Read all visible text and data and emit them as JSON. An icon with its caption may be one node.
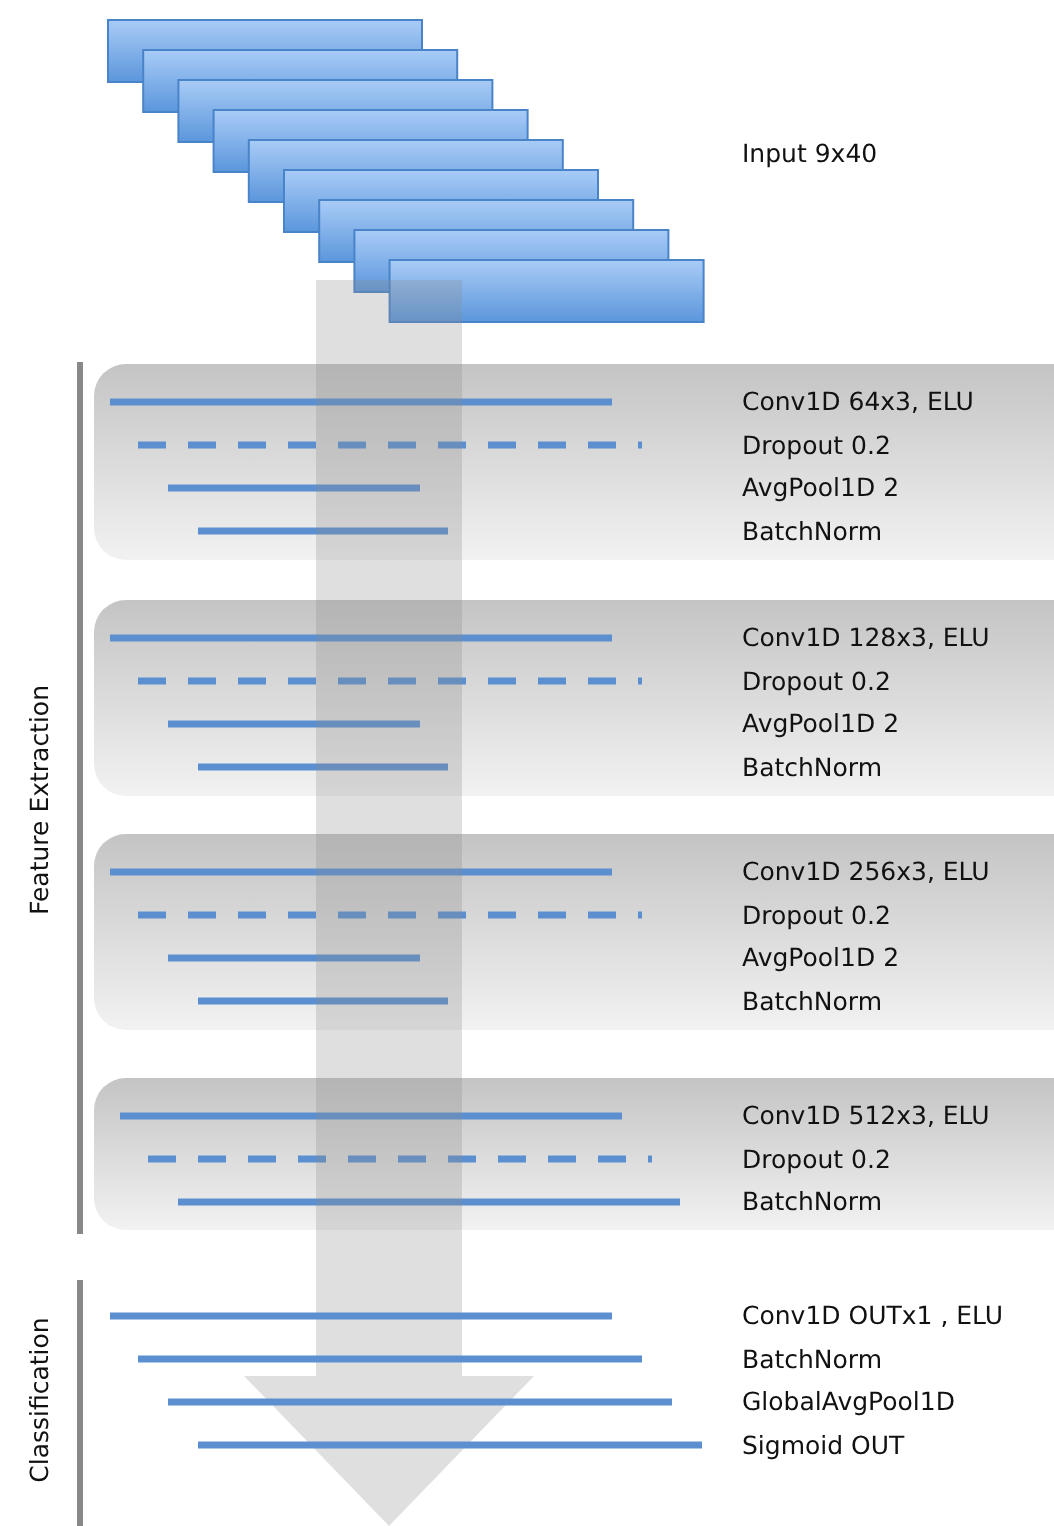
{
  "diagram": {
    "nodes": [
      {
        "text": [
          "Conv1D 64x3, ELU",
          "Dropout 0.2",
          "AvgPool1D 2",
          "BatchNorm"
        ]
      },
      {
        "text": [
          "Conv1D 128x3, ELU",
          "Dropout 0.2",
          "AvgPool1D 2",
          "BatchNorm"
        ]
      },
      {
        "text": [
          "Conv1D 256x3, ELU",
          "Dropout 0.2",
          "AvgPool1D 2",
          "BatchNorm"
        ]
      },
      {
        "text": [
          "Conv1D 512x3, ELU",
          "Dropout 0.2",
          "BatchNorm"
        ]
      }
    ],
    "labels": [
      "Input 9x40",
      "Feature Extraction",
      "Classification",
      "Conv1D OUTx1 , ELU",
      "BatchNorm",
      "GlobalAvgPool1D",
      "Sigmoid OUT"
    ]
  }
}
